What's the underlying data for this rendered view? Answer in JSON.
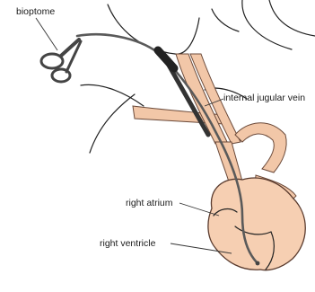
{
  "labels": {
    "bioptome": "bioptome",
    "internal_jugular_vein": "internal jugular vein",
    "right_atrium": "right atrium",
    "right_ventricle": "right ventricle"
  },
  "colors": {
    "tissue": "#f2c7a8",
    "heart": "#f6cfb2",
    "instrument": "#555555",
    "line": "#222222"
  }
}
